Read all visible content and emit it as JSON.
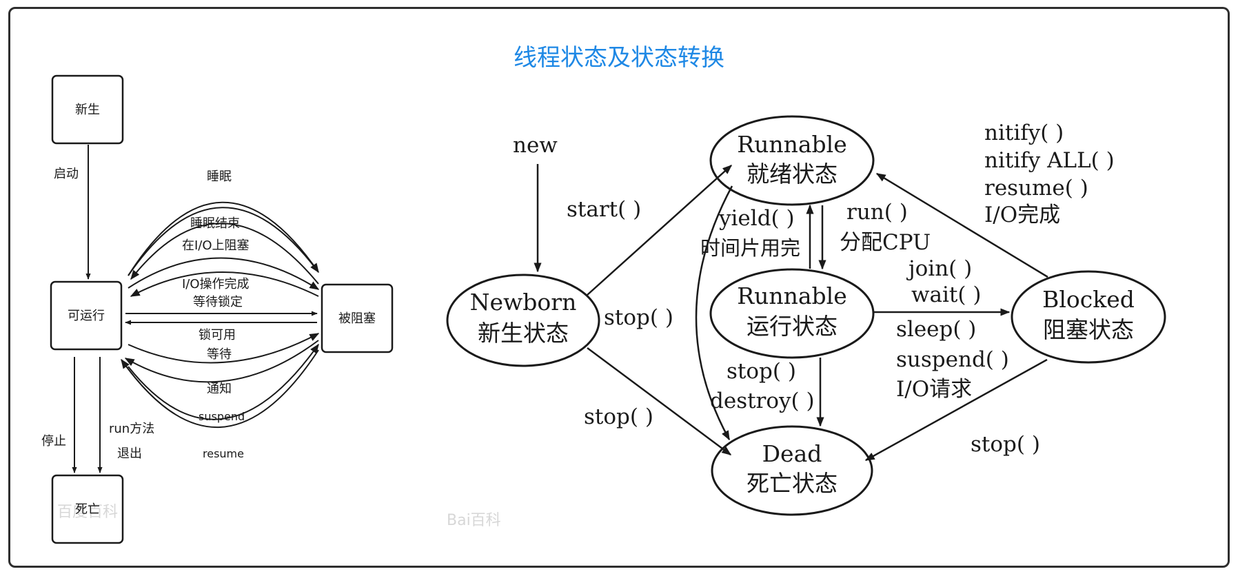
{
  "title": "线程状态及状态转换",
  "left_diagram": {
    "states": {
      "newborn": "新生",
      "runnable": "可运行",
      "blocked": "被阻塞",
      "dead": "死亡"
    },
    "transitions": {
      "start": "启动",
      "sleep": "睡眠",
      "sleep_end": "睡眠结束",
      "io_block": "在I/O上阻塞",
      "io_done": "I/O操作完成",
      "wait_lock": "等待锁定",
      "lock_available": "锁可用",
      "wait": "等待",
      "notify": "通知",
      "suspend": "suspend",
      "resume": "resume",
      "stop": "停止",
      "run_exit_line1": "run方法",
      "run_exit_line2": "退出"
    }
  },
  "right_diagram": {
    "states": {
      "newborn_en": "Newborn",
      "newborn_zh": "新生状态",
      "ready_en": "Runnable",
      "ready_zh": "就绪状态",
      "running_en": "Runnable",
      "running_zh": "运行状态",
      "blocked_en": "Blocked",
      "blocked_zh": "阻塞状态",
      "dead_en": "Dead",
      "dead_zh": "死亡状态"
    },
    "transitions": {
      "new": "new",
      "start": "start( )",
      "stop_newborn": "stop( )",
      "stop_newborn_dead": "stop( )",
      "yield": "yield( )",
      "timeslice": "时间片用完",
      "run": "run( )",
      "assign_cpu": "分配CPU",
      "join": "join( )",
      "wait": "wait( )",
      "sleep": "sleep( )",
      "suspend": "suspend( )",
      "io_request": "I/O请求",
      "stop_running": "stop( )",
      "destroy": "destroy( )",
      "notify": "nitify( )",
      "notify_all": "nitify ALL( )",
      "resume": "resume( )",
      "io_done": "I/O完成",
      "stop_blocked": "stop( )"
    }
  },
  "watermark": {
    "left": "百度百科",
    "center": "Bai百科"
  }
}
